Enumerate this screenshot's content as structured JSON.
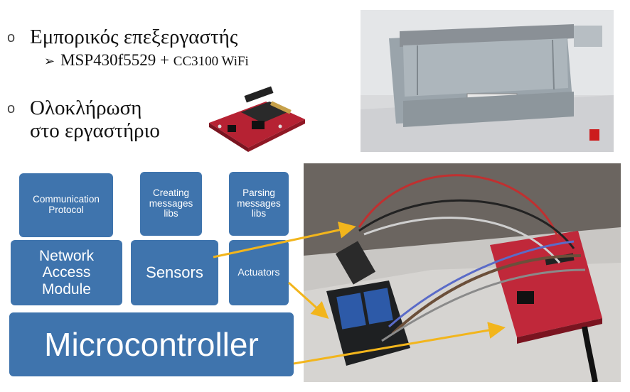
{
  "bullets": {
    "item1": {
      "label": "Εμπορικός επεξεργαστής",
      "sub_part": "MSP430f5529",
      "sub_plus": "+",
      "sub_rest": "CC3100 WiFi"
    },
    "item2": {
      "line1": "Ολοκλήρωση",
      "line2": "στο εργαστήριο"
    }
  },
  "blocks": {
    "communication": "Communication Protocol",
    "creating": "Creating messages libs",
    "parsing": "Parsing messages libs",
    "network": "Network Access Module",
    "sensors": "Sensors",
    "actuators": "Actuators",
    "microcontroller": "Microcontroller"
  },
  "colors": {
    "block": "#3f74ad",
    "arrow": "#f2b51c",
    "board_red": "#c0283a"
  }
}
